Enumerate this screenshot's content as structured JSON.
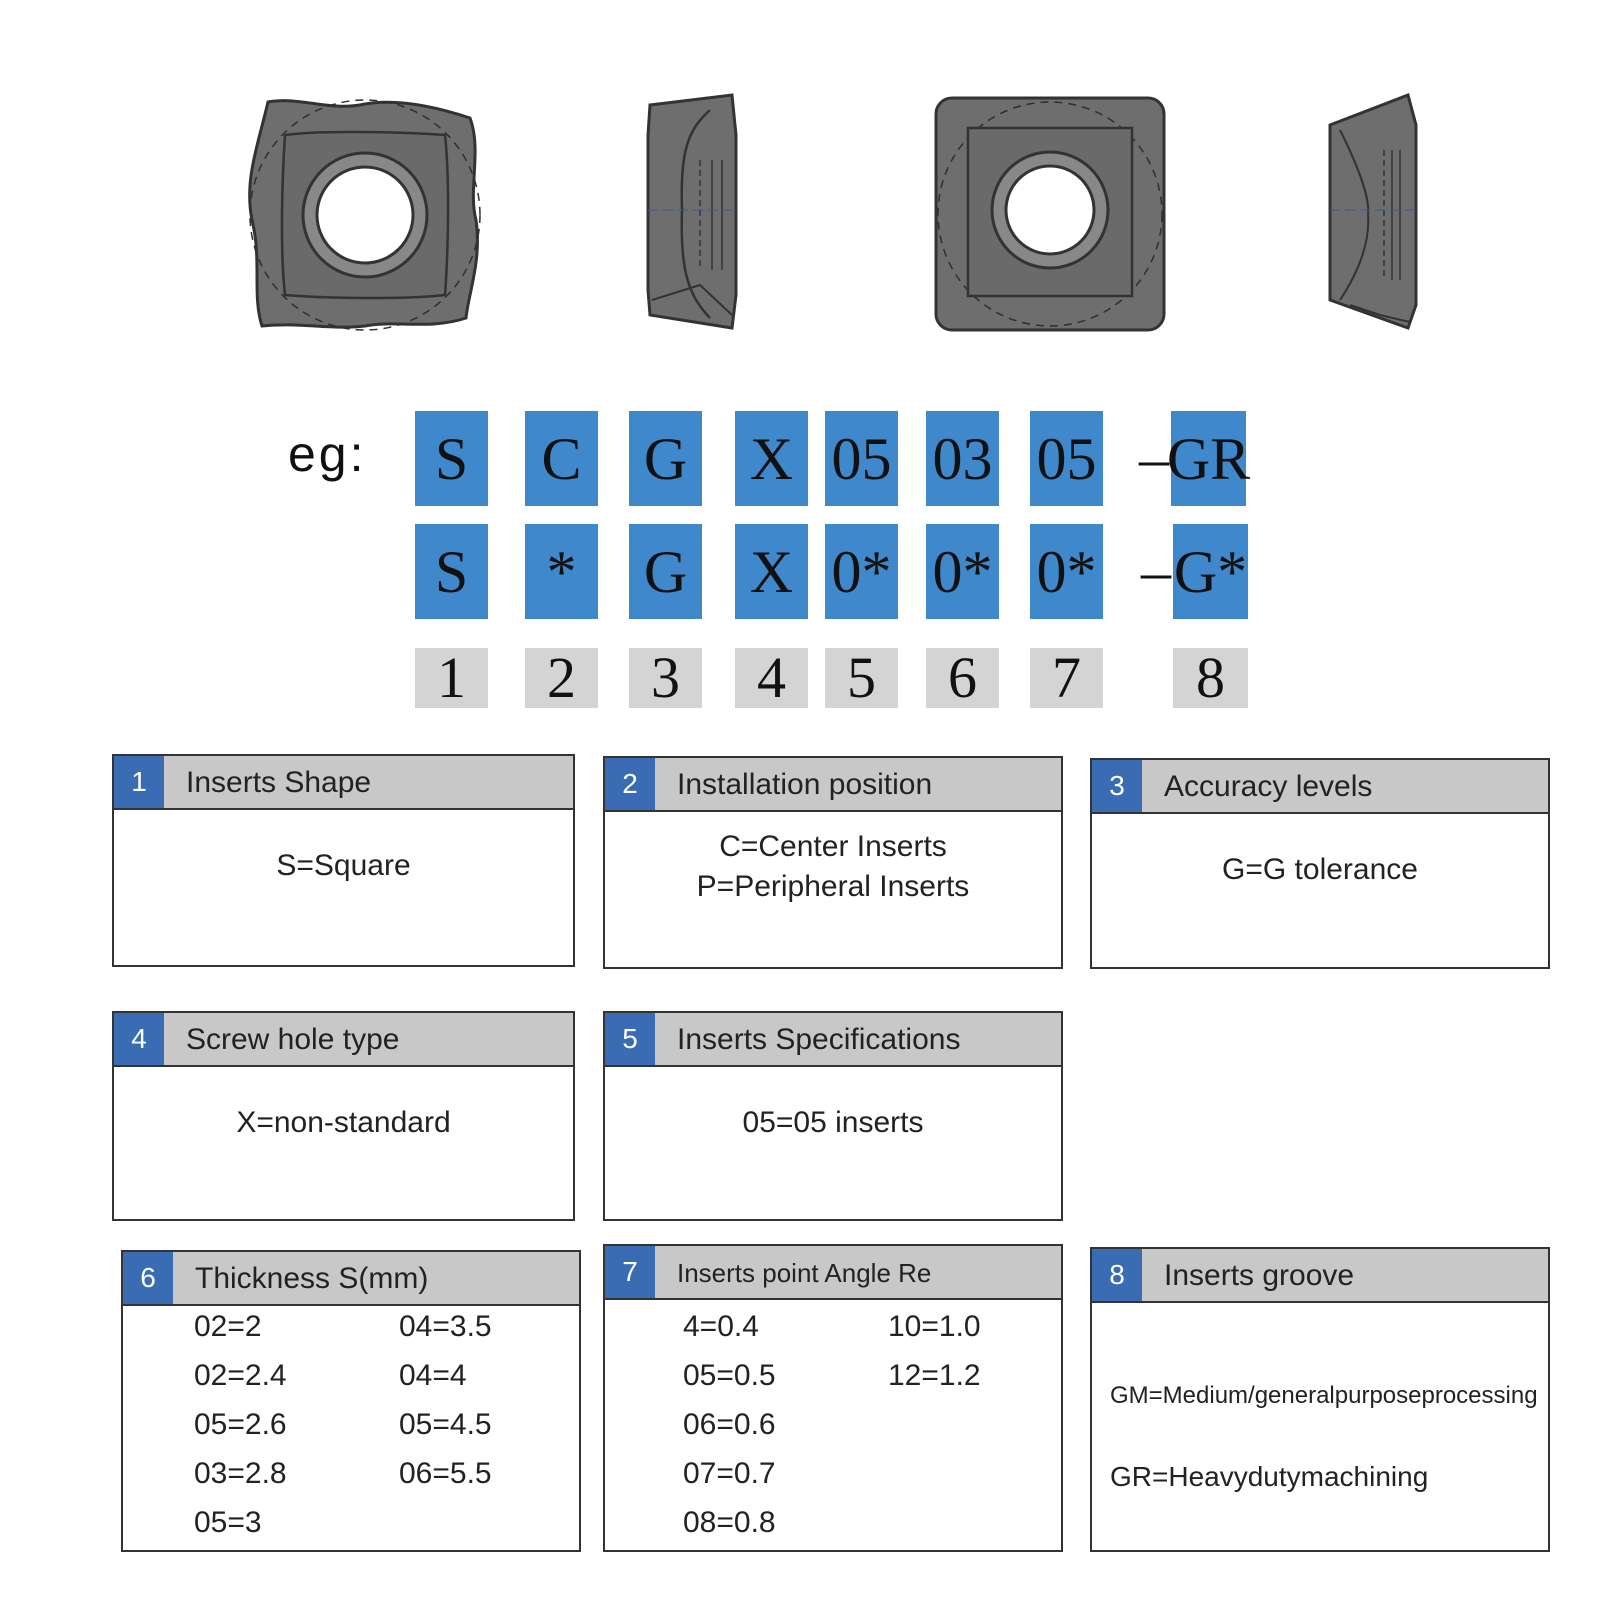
{
  "example": {
    "label": "eg:",
    "code_row1": [
      "S",
      "C",
      "G",
      "X",
      "05",
      "03",
      "05",
      "GR"
    ],
    "code_row2": [
      "S",
      "*",
      "G",
      "X",
      "0*",
      "0*",
      "0*",
      "G*"
    ],
    "dash": "–",
    "positions": [
      "1",
      "2",
      "3",
      "4",
      "5",
      "6",
      "7",
      "8"
    ]
  },
  "boxes": [
    {
      "num": "1",
      "title": "Inserts Shape",
      "lines": [
        "S=Square"
      ]
    },
    {
      "num": "2",
      "title": "Installation position",
      "lines": [
        "C=Center Inserts",
        "P=Peripheral Inserts"
      ]
    },
    {
      "num": "3",
      "title": "Accuracy levels",
      "lines": [
        "G=G tolerance"
      ]
    },
    {
      "num": "4",
      "title": "Screw hole type",
      "lines": [
        "X=non-standard"
      ]
    },
    {
      "num": "5",
      "title": "Inserts Specifications",
      "lines": [
        "05=05 inserts"
      ]
    },
    {
      "num": "6",
      "title": "Thickness S(mm)",
      "col1": [
        "02=2",
        "02=2.4",
        "05=2.6",
        "03=2.8",
        "05=3"
      ],
      "col2": [
        "04=3.5",
        "04=4",
        "05=4.5",
        "06=5.5"
      ]
    },
    {
      "num": "7",
      "title": "Inserts point Angle Re",
      "col1": [
        "4=0.4",
        "05=0.5",
        "06=0.6",
        "07=0.7",
        "08=0.8"
      ],
      "col2": [
        "10=1.0",
        "12=1.2"
      ]
    },
    {
      "num": "8",
      "title": "Inserts groove",
      "lines": [
        "GM=Medium/generalpurposeprocessing",
        "GR=Heavydutymachining"
      ]
    }
  ],
  "colors": {
    "code_blue": "#3f88cb",
    "num_gray": "#d4d4d4",
    "header_blue": "#3a6cb4",
    "header_gray": "#c8c8c8",
    "insert_gray": "#6e6e6e"
  }
}
